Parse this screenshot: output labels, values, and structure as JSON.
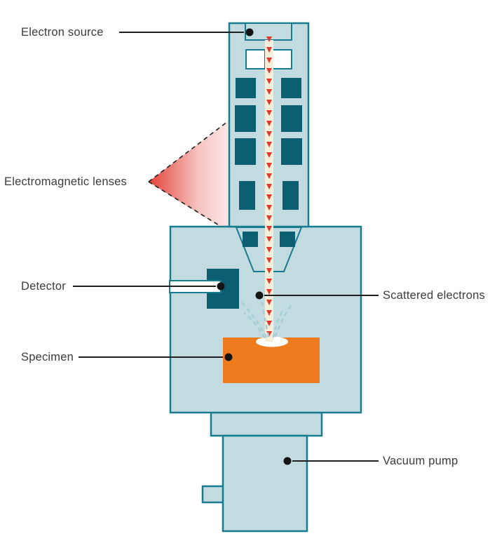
{
  "labels": {
    "electron_source": "Electron source",
    "electromagnetic_lenses": "Electromagnetic lenses",
    "detector": "Detector",
    "scattered_electrons": "Scattered electrons",
    "specimen": "Specimen",
    "vacuum_pump": "Vacuum pump"
  },
  "colors": {
    "housing_fill": "#c2dbe1",
    "housing_outline": "#177d8e",
    "lens_block": "#0c5f70",
    "beam_arrow": "#e2382f",
    "beam_column": "#f4efda",
    "specimen_orange": "#ee7c1f",
    "beam_spot": "#ffffff",
    "scatter_dash": "#a9cdd5",
    "lens_cone_red": "#e8453c",
    "leader_line": "#1f1f1f",
    "label_text": "#3c3c3c"
  }
}
